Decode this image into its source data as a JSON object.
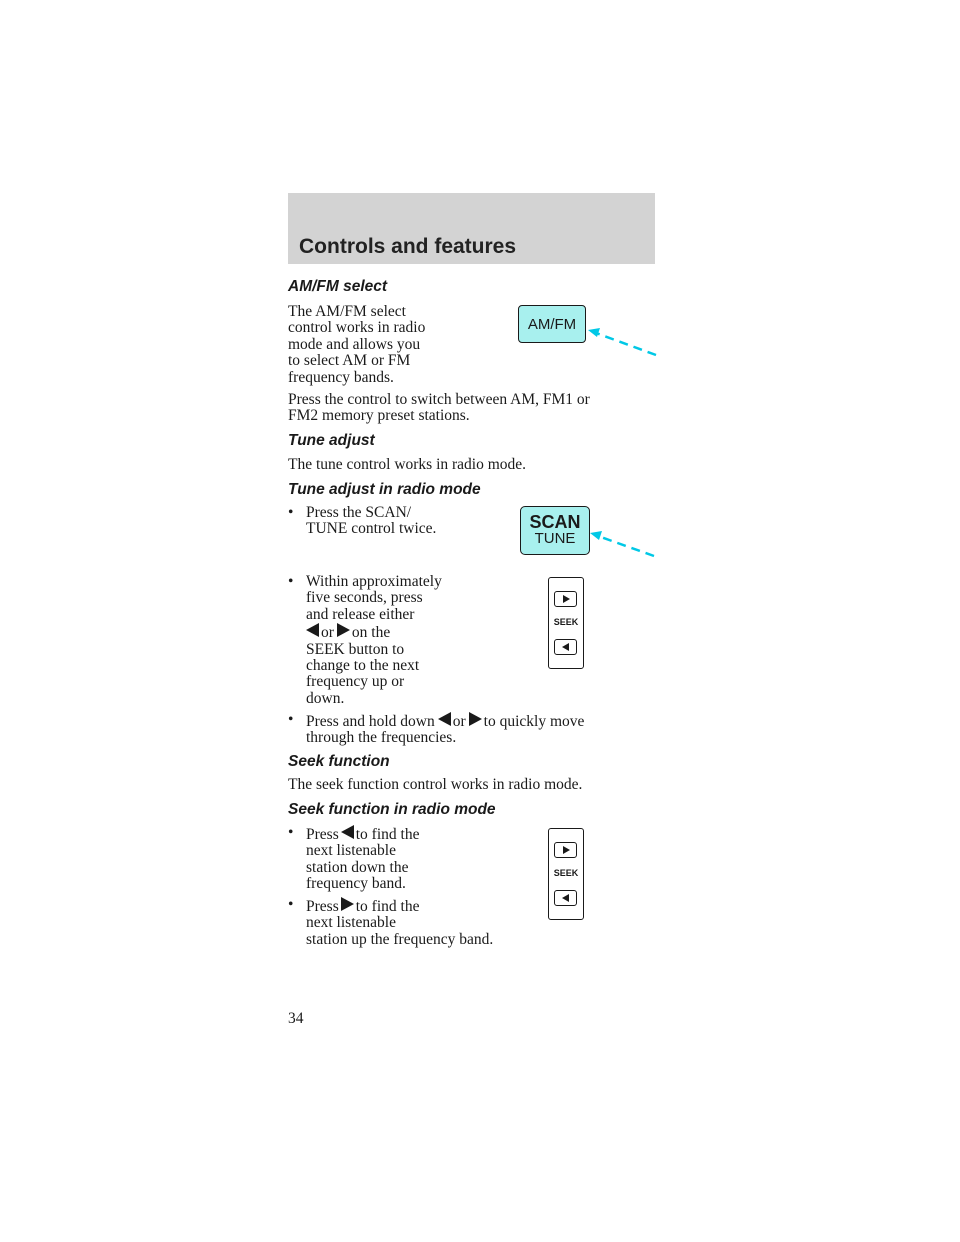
{
  "header": {
    "title": "Controls and features"
  },
  "amfm": {
    "heading": "AM/FM select",
    "para1": [
      "The AM/FM select",
      "control works in radio",
      "mode and allows you",
      "to select AM or FM",
      "frequency bands."
    ],
    "para2": [
      "Press the control to switch between AM, FM1 or",
      "FM2 memory preset stations."
    ],
    "button_label": "AM/FM"
  },
  "tune": {
    "heading": "Tune adjust",
    "para": "The tune control works in radio mode.",
    "radio_heading": "Tune adjust in radio mode",
    "bullet1": [
      "Press the SCAN/",
      "TUNE control twice."
    ],
    "bullet2": {
      "l1": "Within approximately",
      "l2": "five seconds, press",
      "l3": "and release either",
      "or": "or",
      "on_the": "on the",
      "l5": "SEEK button to",
      "l6": "change to the next",
      "l7": "frequency up or",
      "l8": "down."
    },
    "bullet3": {
      "pre": "Press and hold down",
      "or": "or",
      "post": "to quickly move",
      "l2": "through the frequencies."
    },
    "scan_label": "SCAN",
    "tune_label": "TUNE"
  },
  "seek": {
    "heading": "Seek function",
    "para": "The seek function control works in radio mode.",
    "radio_heading": "Seek function in radio mode",
    "bullet1": {
      "pre": "Press",
      "post": "to find the",
      "lines": [
        "next listenable",
        "station down the",
        "frequency band."
      ]
    },
    "bullet2": {
      "pre": "Press",
      "post": "to find the",
      "lines": [
        "next listenable",
        "station up the frequency band."
      ]
    },
    "button_label": "SEEK"
  },
  "page_number": "34",
  "colors": {
    "header_band": "#d3d3d3",
    "button_fill": "#a8f0ee",
    "leader_line": "#00c8e6"
  }
}
